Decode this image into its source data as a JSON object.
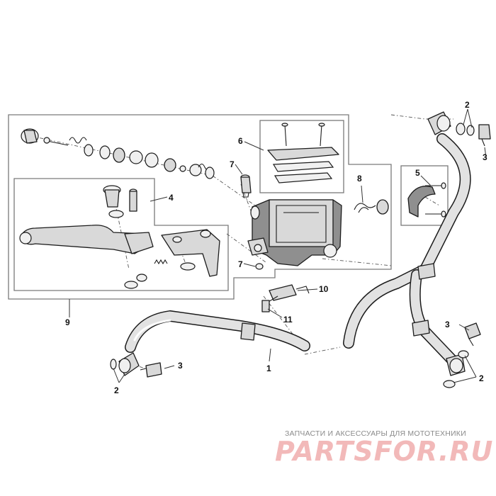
{
  "callouts": {
    "c1": "1",
    "c2a": "2",
    "c2b": "2",
    "c2c": "2",
    "c3a": "3",
    "c3b": "3",
    "c3c": "3",
    "c4": "4",
    "c5": "5",
    "c6": "6",
    "c7a": "7",
    "c7b": "7",
    "c8": "8",
    "c9": "9",
    "c10": "10",
    "c11": "11"
  },
  "watermark": {
    "tagline": "ЗАПЧАСТИ И АКСЕССУАРЫ ДЛЯ МОТОТЕХНИКИ",
    "logo": "PARTSFOR.RU"
  }
}
